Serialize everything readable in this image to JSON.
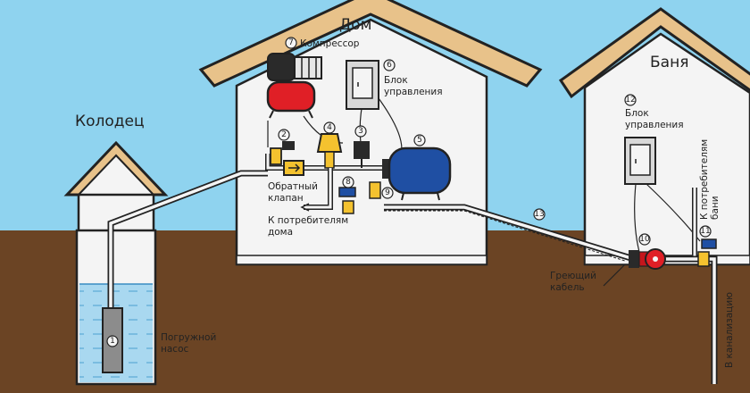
{
  "labels": {
    "well": "Колодец",
    "house": "Дом",
    "bath": "Баня",
    "compressor": "Компрессор",
    "control_unit_line1": "Блок",
    "control_unit_line2": "управления",
    "bath_control_line1": "Блок",
    "bath_control_line2": "управления",
    "check_valve_line1": "Обратный",
    "check_valve_line2": "клапан",
    "to_house_line1": "К потребителям",
    "to_house_line2": "дома",
    "to_bath_line1": "К потребителям",
    "to_bath_line2": "бани",
    "heating_cable_line1": "Греющий",
    "heating_cable_line2": "кабель",
    "pump_line1": "Погружной",
    "pump_line2": "насос",
    "sewer": "В канализацию"
  },
  "markers": {
    "m1": "1",
    "m2": "2",
    "m3": "3",
    "m4": "4",
    "m5": "5",
    "m6": "6",
    "m7": "7",
    "m8": "8",
    "m9": "9",
    "m10": "10",
    "m11": "11",
    "m12": "12",
    "m13": "13"
  },
  "colors": {
    "sky": "#8fd3ef",
    "ground": "#6b4424",
    "wall": "#f4f4f4",
    "roof": "#e8c28a",
    "water": "#a9d8f0",
    "tank": "#1f4fa3",
    "receiver": "#e01f26",
    "fitting": "#f4c22f"
  }
}
